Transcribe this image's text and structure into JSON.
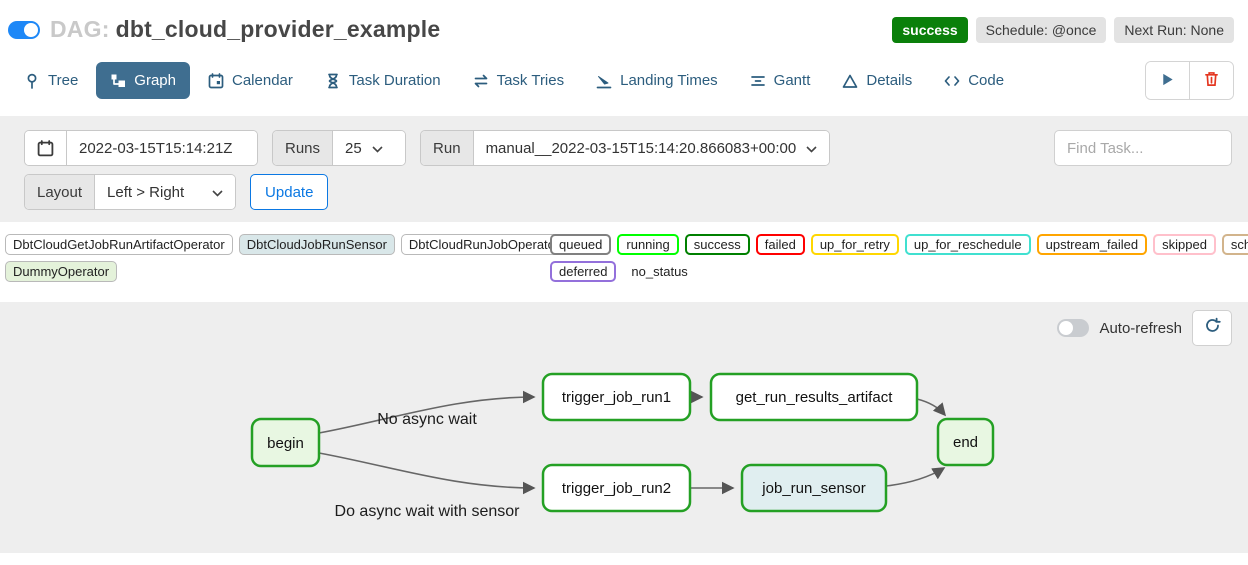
{
  "colors": {
    "accent_blue": "#1e88f7",
    "link_blue": "#0b78e3",
    "tab_active_bg": "#3f6e90",
    "tab_text": "#2c5d7e",
    "success_green": "#0a800a",
    "delete_red": "#e43620",
    "panel_gray": "#eeeeee",
    "node_border_green": "#24a024",
    "edge_gray": "#666666"
  },
  "header": {
    "dag_prefix": "DAG:",
    "dag_name": "dbt_cloud_provider_example",
    "status_badge": "success",
    "schedule_badge": "Schedule: @once",
    "next_run_badge": "Next Run: None"
  },
  "tabs": [
    {
      "label": "Tree"
    },
    {
      "label": "Graph"
    },
    {
      "label": "Calendar"
    },
    {
      "label": "Task Duration"
    },
    {
      "label": "Task Tries"
    },
    {
      "label": "Landing Times"
    },
    {
      "label": "Gantt"
    },
    {
      "label": "Details"
    },
    {
      "label": "Code"
    }
  ],
  "filters": {
    "execution_date": "2022-03-15T15:14:21Z",
    "runs_label": "Runs",
    "runs_value": "25",
    "run_label": "Run",
    "run_value": "manual__2022-03-15T15:14:20.866083+00:00",
    "find_task_placeholder": "Find Task...",
    "layout_label": "Layout",
    "layout_value": "Left > Right",
    "update_label": "Update"
  },
  "legend": {
    "operators": [
      {
        "label": "DbtCloudGetJobRunArtifactOperator",
        "fill": "#ffffff"
      },
      {
        "label": "DbtCloudJobRunSensor",
        "fill": "#d9e7e9"
      },
      {
        "label": "DbtCloudRunJobOperator",
        "fill": "#ffffff"
      },
      {
        "label": "DummyOperator",
        "fill": "#e4f2da"
      }
    ],
    "statuses": [
      {
        "label": "queued",
        "color": "#808080"
      },
      {
        "label": "running",
        "color": "#00ff00"
      },
      {
        "label": "success",
        "color": "#008000"
      },
      {
        "label": "failed",
        "color": "#ff0000"
      },
      {
        "label": "up_for_retry",
        "color": "#ffd700"
      },
      {
        "label": "up_for_reschedule",
        "color": "#40e0d0"
      },
      {
        "label": "upstream_failed",
        "color": "#ffa500"
      },
      {
        "label": "skipped",
        "color": "#ffc0cb"
      },
      {
        "label": "scheduled",
        "color": "#d2b48c"
      },
      {
        "label": "deferred",
        "color": "#9370db"
      },
      {
        "label": "no_status",
        "color": "none"
      }
    ]
  },
  "graph": {
    "auto_refresh_label": "Auto-refresh",
    "nodes": [
      {
        "id": "begin",
        "label": "begin",
        "fill": "#e8f7e2"
      },
      {
        "id": "trigger_job_run1",
        "label": "trigger_job_run1",
        "fill": "#ffffff"
      },
      {
        "id": "get_run_results_artifact",
        "label": "get_run_results_artifact",
        "fill": "#ffffff"
      },
      {
        "id": "end",
        "label": "end",
        "fill": "#e8f7e2"
      },
      {
        "id": "trigger_job_run2",
        "label": "trigger_job_run2",
        "fill": "#ffffff"
      },
      {
        "id": "job_run_sensor",
        "label": "job_run_sensor",
        "fill": "#e0eef0"
      }
    ],
    "edge_labels": [
      {
        "text": "No async wait"
      },
      {
        "text": "Do async wait with sensor"
      }
    ]
  }
}
